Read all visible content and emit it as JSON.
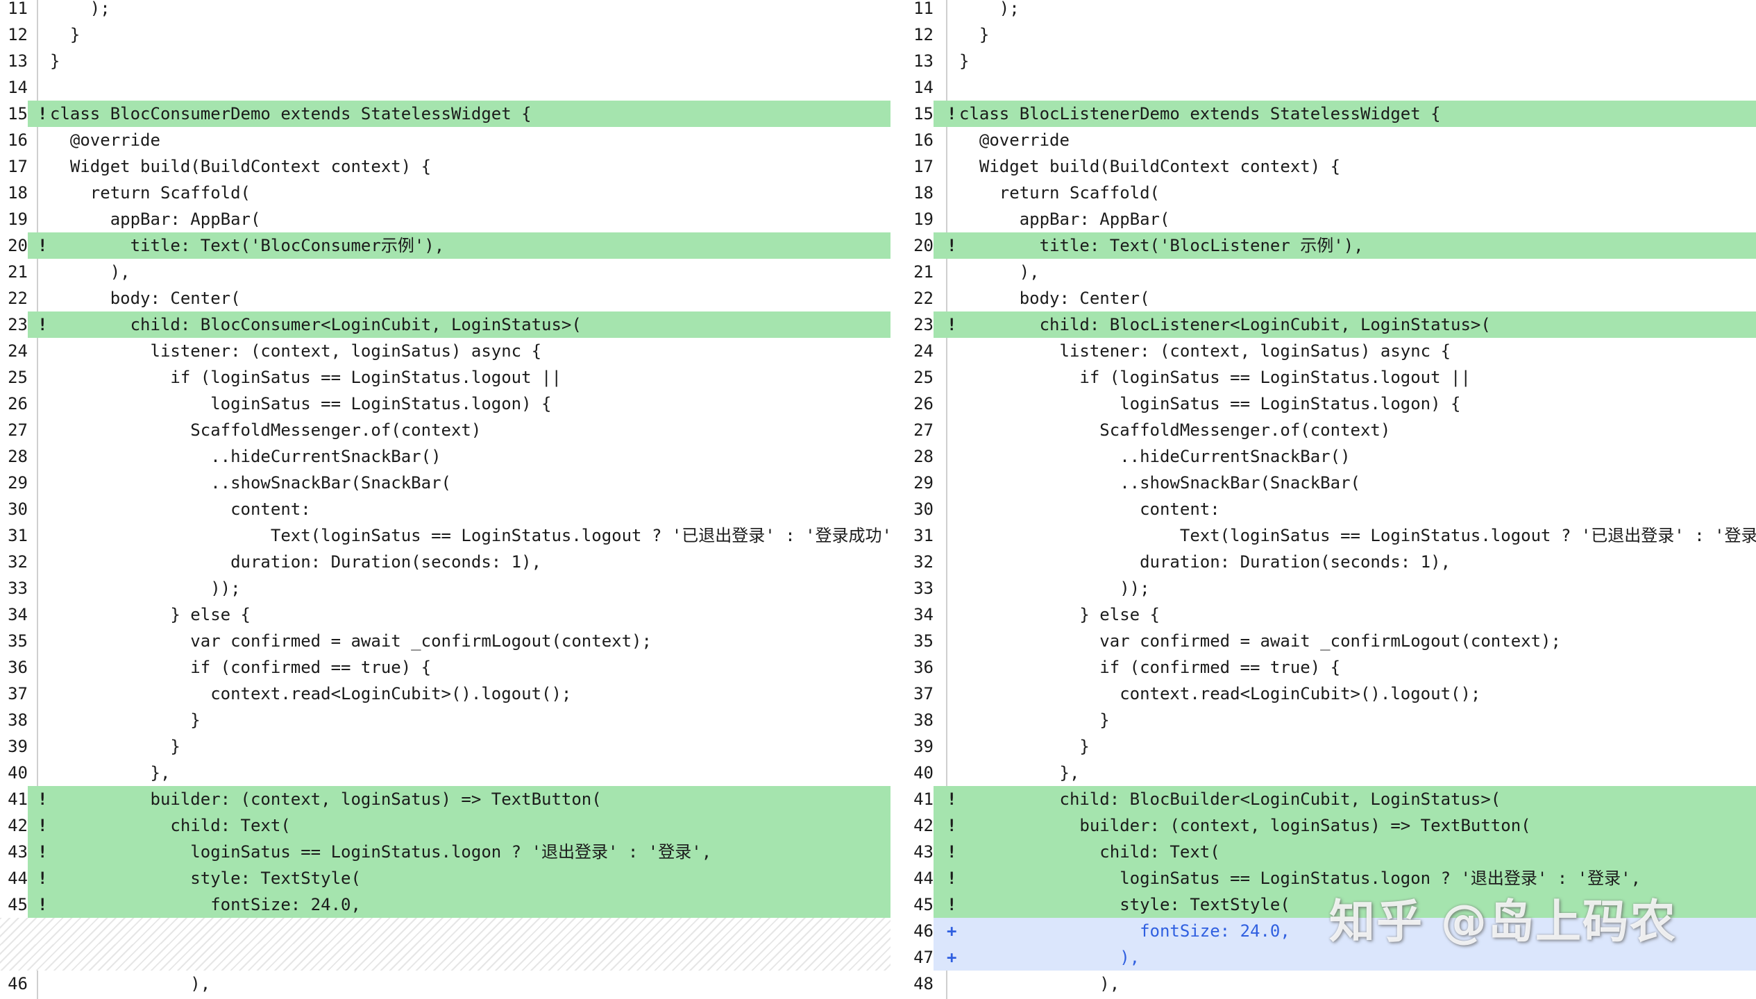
{
  "left_pane": {
    "rows": [
      {
        "num": "11",
        "marker": "",
        "code": "    );",
        "kind": "normal"
      },
      {
        "num": "12",
        "marker": "",
        "code": "  }",
        "kind": "normal"
      },
      {
        "num": "13",
        "marker": "",
        "code": "}",
        "kind": "normal"
      },
      {
        "num": "14",
        "marker": "",
        "code": "",
        "kind": "normal"
      },
      {
        "num": "15",
        "marker": "!",
        "code": "class BlocConsumerDemo extends StatelessWidget {",
        "kind": "chg"
      },
      {
        "num": "16",
        "marker": "",
        "code": "  @override",
        "kind": "normal"
      },
      {
        "num": "17",
        "marker": "",
        "code": "  Widget build(BuildContext context) {",
        "kind": "normal"
      },
      {
        "num": "18",
        "marker": "",
        "code": "    return Scaffold(",
        "kind": "normal"
      },
      {
        "num": "19",
        "marker": "",
        "code": "      appBar: AppBar(",
        "kind": "normal"
      },
      {
        "num": "20",
        "marker": "!",
        "code": "        title: Text('BlocConsumer示例'),",
        "kind": "chg"
      },
      {
        "num": "21",
        "marker": "",
        "code": "      ),",
        "kind": "normal"
      },
      {
        "num": "22",
        "marker": "",
        "code": "      body: Center(",
        "kind": "normal"
      },
      {
        "num": "23",
        "marker": "!",
        "code": "        child: BlocConsumer<LoginCubit, LoginStatus>(",
        "kind": "chg"
      },
      {
        "num": "24",
        "marker": "",
        "code": "          listener: (context, loginSatus) async {",
        "kind": "normal"
      },
      {
        "num": "25",
        "marker": "",
        "code": "            if (loginSatus == LoginStatus.logout ||",
        "kind": "normal"
      },
      {
        "num": "26",
        "marker": "",
        "code": "                loginSatus == LoginStatus.logon) {",
        "kind": "normal"
      },
      {
        "num": "27",
        "marker": "",
        "code": "              ScaffoldMessenger.of(context)",
        "kind": "normal"
      },
      {
        "num": "28",
        "marker": "",
        "code": "                ..hideCurrentSnackBar()",
        "kind": "normal"
      },
      {
        "num": "29",
        "marker": "",
        "code": "                ..showSnackBar(SnackBar(",
        "kind": "normal"
      },
      {
        "num": "30",
        "marker": "",
        "code": "                  content:",
        "kind": "normal"
      },
      {
        "num": "31",
        "marker": "",
        "code": "                      Text(loginSatus == LoginStatus.logout ? '已退出登录' : '登录成功'),",
        "kind": "normal"
      },
      {
        "num": "32",
        "marker": "",
        "code": "                  duration: Duration(seconds: 1),",
        "kind": "normal"
      },
      {
        "num": "33",
        "marker": "",
        "code": "                ));",
        "kind": "normal"
      },
      {
        "num": "34",
        "marker": "",
        "code": "            } else {",
        "kind": "normal"
      },
      {
        "num": "35",
        "marker": "",
        "code": "              var confirmed = await _confirmLogout(context);",
        "kind": "normal"
      },
      {
        "num": "36",
        "marker": "",
        "code": "              if (confirmed == true) {",
        "kind": "normal"
      },
      {
        "num": "37",
        "marker": "",
        "code": "                context.read<LoginCubit>().logout();",
        "kind": "normal"
      },
      {
        "num": "38",
        "marker": "",
        "code": "              }",
        "kind": "normal"
      },
      {
        "num": "39",
        "marker": "",
        "code": "            }",
        "kind": "normal"
      },
      {
        "num": "40",
        "marker": "",
        "code": "          },",
        "kind": "normal"
      },
      {
        "num": "41",
        "marker": "!",
        "code": "          builder: (context, loginSatus) => TextButton(",
        "kind": "chg"
      },
      {
        "num": "42",
        "marker": "!",
        "code": "            child: Text(",
        "kind": "chg"
      },
      {
        "num": "43",
        "marker": "!",
        "code": "              loginSatus == LoginStatus.logon ? '退出登录' : '登录',",
        "kind": "chg"
      },
      {
        "num": "44",
        "marker": "!",
        "code": "              style: TextStyle(",
        "kind": "chg"
      },
      {
        "num": "45",
        "marker": "!",
        "code": "                fontSize: 24.0,",
        "kind": "chg"
      },
      {
        "num": "",
        "marker": "",
        "code": "",
        "kind": "pad"
      },
      {
        "num": "",
        "marker": "",
        "code": "",
        "kind": "pad"
      },
      {
        "num": "46",
        "marker": "",
        "code": "              ),",
        "kind": "normal"
      }
    ]
  },
  "right_pane": {
    "rows": [
      {
        "num": "11",
        "marker": "",
        "code": "    );",
        "kind": "normal"
      },
      {
        "num": "12",
        "marker": "",
        "code": "  }",
        "kind": "normal"
      },
      {
        "num": "13",
        "marker": "",
        "code": "}",
        "kind": "normal"
      },
      {
        "num": "14",
        "marker": "",
        "code": "",
        "kind": "normal"
      },
      {
        "num": "15",
        "marker": "!",
        "code": "class BlocListenerDemo extends StatelessWidget {",
        "kind": "chg"
      },
      {
        "num": "16",
        "marker": "",
        "code": "  @override",
        "kind": "normal"
      },
      {
        "num": "17",
        "marker": "",
        "code": "  Widget build(BuildContext context) {",
        "kind": "normal"
      },
      {
        "num": "18",
        "marker": "",
        "code": "    return Scaffold(",
        "kind": "normal"
      },
      {
        "num": "19",
        "marker": "",
        "code": "      appBar: AppBar(",
        "kind": "normal"
      },
      {
        "num": "20",
        "marker": "!",
        "code": "        title: Text('BlocListener 示例'),",
        "kind": "chg"
      },
      {
        "num": "21",
        "marker": "",
        "code": "      ),",
        "kind": "normal"
      },
      {
        "num": "22",
        "marker": "",
        "code": "      body: Center(",
        "kind": "normal"
      },
      {
        "num": "23",
        "marker": "!",
        "code": "        child: BlocListener<LoginCubit, LoginStatus>(",
        "kind": "chg"
      },
      {
        "num": "24",
        "marker": "",
        "code": "          listener: (context, loginSatus) async {",
        "kind": "normal"
      },
      {
        "num": "25",
        "marker": "",
        "code": "            if (loginSatus == LoginStatus.logout ||",
        "kind": "normal"
      },
      {
        "num": "26",
        "marker": "",
        "code": "                loginSatus == LoginStatus.logon) {",
        "kind": "normal"
      },
      {
        "num": "27",
        "marker": "",
        "code": "              ScaffoldMessenger.of(context)",
        "kind": "normal"
      },
      {
        "num": "28",
        "marker": "",
        "code": "                ..hideCurrentSnackBar()",
        "kind": "normal"
      },
      {
        "num": "29",
        "marker": "",
        "code": "                ..showSnackBar(SnackBar(",
        "kind": "normal"
      },
      {
        "num": "30",
        "marker": "",
        "code": "                  content:",
        "kind": "normal"
      },
      {
        "num": "31",
        "marker": "",
        "code": "                      Text(loginSatus == LoginStatus.logout ? '已退出登录' : '登录成功'),",
        "kind": "normal"
      },
      {
        "num": "32",
        "marker": "",
        "code": "                  duration: Duration(seconds: 1),",
        "kind": "normal"
      },
      {
        "num": "33",
        "marker": "",
        "code": "                ));",
        "kind": "normal"
      },
      {
        "num": "34",
        "marker": "",
        "code": "            } else {",
        "kind": "normal"
      },
      {
        "num": "35",
        "marker": "",
        "code": "              var confirmed = await _confirmLogout(context);",
        "kind": "normal"
      },
      {
        "num": "36",
        "marker": "",
        "code": "              if (confirmed == true) {",
        "kind": "normal"
      },
      {
        "num": "37",
        "marker": "",
        "code": "                context.read<LoginCubit>().logout();",
        "kind": "normal"
      },
      {
        "num": "38",
        "marker": "",
        "code": "              }",
        "kind": "normal"
      },
      {
        "num": "39",
        "marker": "",
        "code": "            }",
        "kind": "normal"
      },
      {
        "num": "40",
        "marker": "",
        "code": "          },",
        "kind": "normal"
      },
      {
        "num": "41",
        "marker": "!",
        "code": "          child: BlocBuilder<LoginCubit, LoginStatus>(",
        "kind": "chg"
      },
      {
        "num": "42",
        "marker": "!",
        "code": "            builder: (context, loginSatus) => TextButton(",
        "kind": "chg"
      },
      {
        "num": "43",
        "marker": "!",
        "code": "              child: Text(",
        "kind": "chg"
      },
      {
        "num": "44",
        "marker": "!",
        "code": "                loginSatus == LoginStatus.logon ? '退出登录' : '登录',",
        "kind": "chg"
      },
      {
        "num": "45",
        "marker": "!",
        "code": "                style: TextStyle(",
        "kind": "chg"
      },
      {
        "num": "46",
        "marker": "+",
        "code": "                  fontSize: 24.0,",
        "kind": "add"
      },
      {
        "num": "47",
        "marker": "+",
        "code": "                ),",
        "kind": "add"
      },
      {
        "num": "48",
        "marker": "",
        "code": "              ),",
        "kind": "normal"
      }
    ]
  },
  "watermark": "知乎 @岛上码农",
  "colors": {
    "changed_bg": "#a5e4ae",
    "added_bg": "#dbe6fc",
    "added_text": "#2f5fe0",
    "gutter_border": "#cfcfcf"
  }
}
